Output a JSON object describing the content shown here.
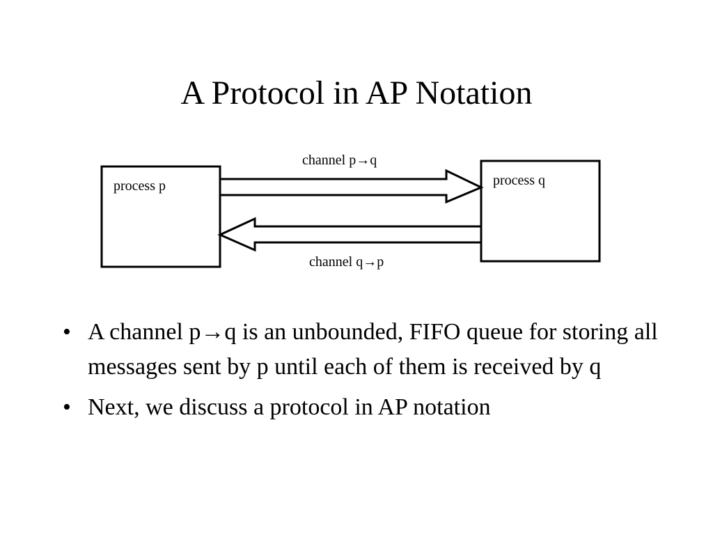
{
  "slide": {
    "title": "A Protocol in AP Notation"
  },
  "diagram": {
    "process_p_label": "process p",
    "process_q_label": "process q",
    "channel_pq_label": "channel p→q",
    "channel_qp_label": "channel q→p",
    "stroke_color": "#000000",
    "fill_color": "#ffffff"
  },
  "bullets": {
    "marker": "•",
    "items": [
      "A channel p→q is an unbounded, FIFO queue for storing all messages sent by p until each of them is received by q",
      "Next, we discuss a protocol in AP notation"
    ]
  }
}
